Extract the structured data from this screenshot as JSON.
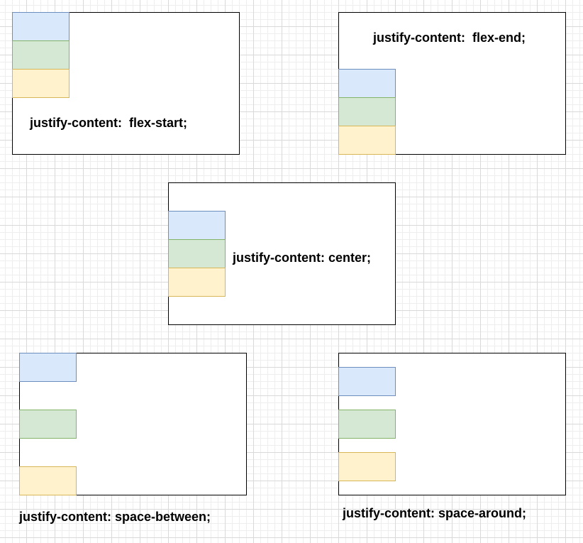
{
  "colors": {
    "blue_fill": "#dae8fc",
    "blue_stroke": "#6c8ebf",
    "green_fill": "#d5e8d4",
    "green_stroke": "#82b366",
    "yellow_fill": "#fff2cc",
    "yellow_stroke": "#d6b656",
    "container_stroke": "#000000"
  },
  "examples": {
    "flex_start": {
      "label": "justify-content:  flex-start;"
    },
    "flex_end": {
      "label": "justify-content:  flex-end;"
    },
    "center": {
      "label": "justify-content: center;"
    },
    "space_between": {
      "label": "justify-content: space-between;"
    },
    "space_around": {
      "label": "justify-content: space-around;"
    }
  }
}
